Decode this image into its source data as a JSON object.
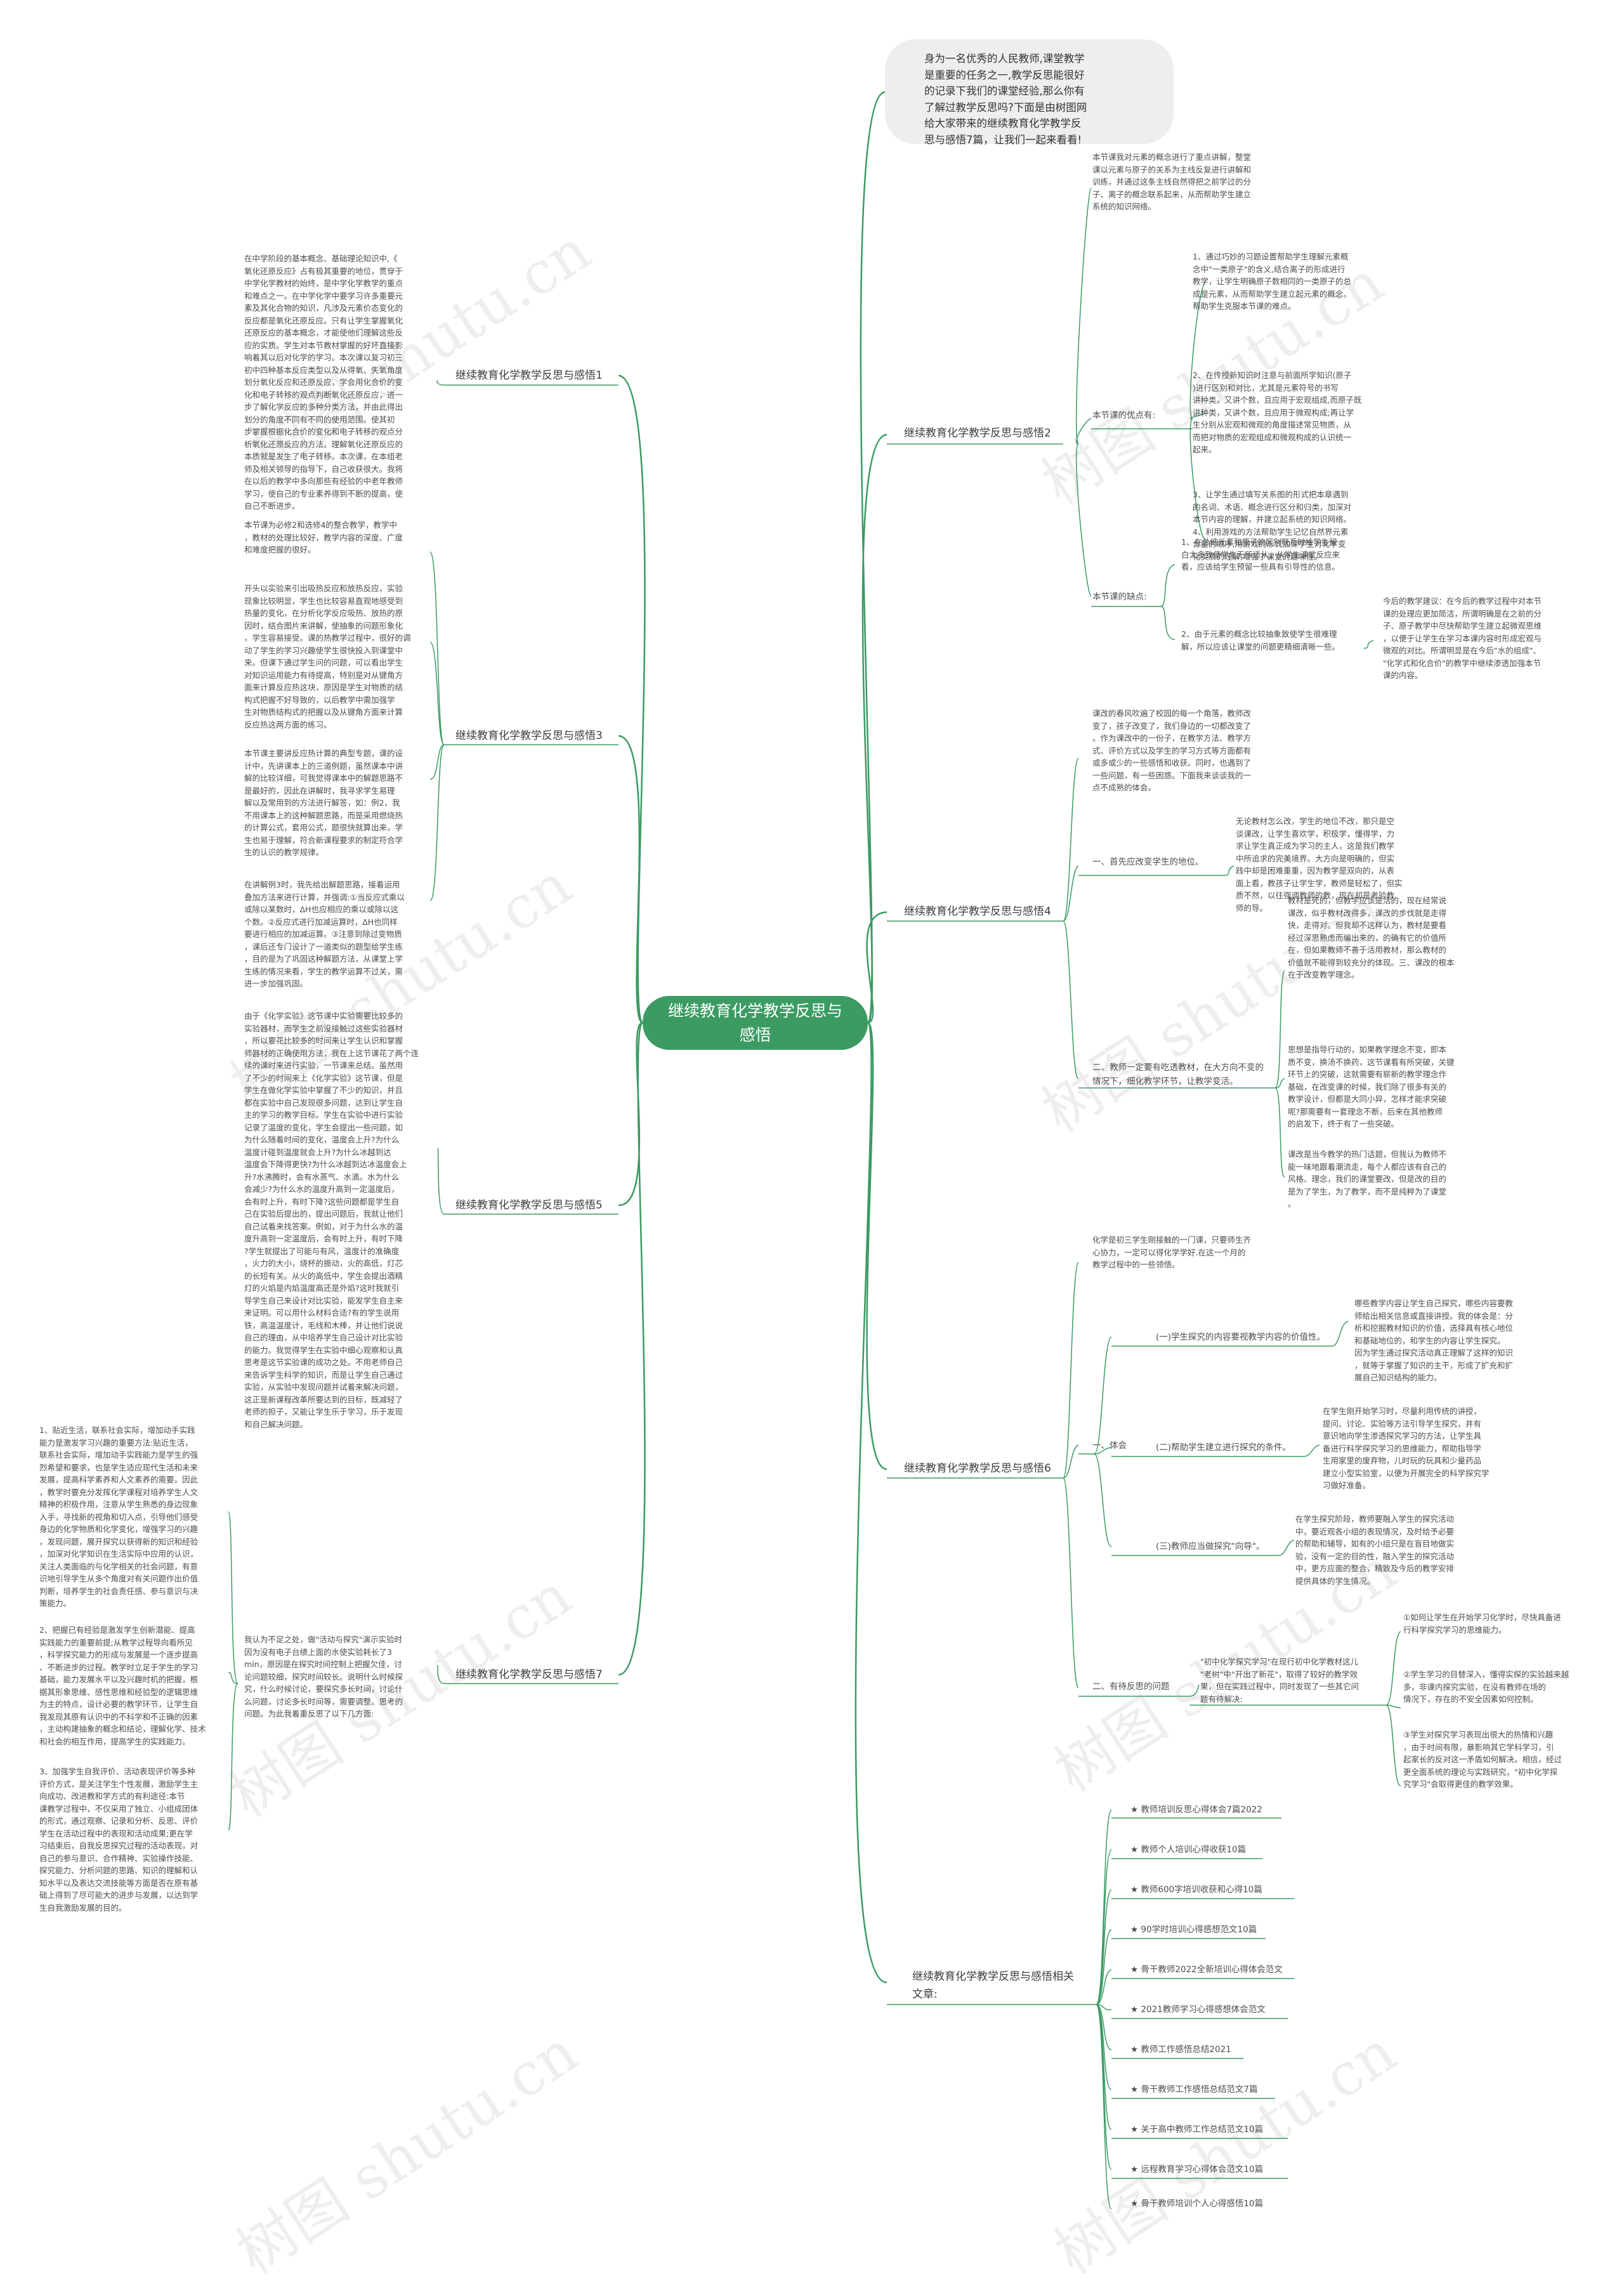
{
  "root": {
    "title": "继续教育化学教学反思与感悟"
  },
  "intro": {
    "text": "身为一名优秀的人民教师,课堂教学\n是重要的任务之一,教学反思能很好\n的记录下我们的课堂经验,那么你有\n了解过教学反思吗?下面是由树图网\n给大家带来的继续教育化学教学反\n思与感悟7篇，让我们一起来看看!"
  },
  "branches": [
    {
      "label": "继续教育化学教学反思与感悟1"
    },
    {
      "label": "继续教育化学教学反思与感悟2"
    },
    {
      "label": "继续教育化学教学反思与感悟3"
    },
    {
      "label": "继续教育化学教学反思与感悟4"
    },
    {
      "label": "继续教育化学教学反思与感悟5"
    },
    {
      "label": "继续教育化学教学反思与感悟6"
    },
    {
      "label": "继续教育化学教学反思与感悟7"
    },
    {
      "label": "继续教育化学教学反思与感悟相关\n文章:"
    }
  ],
  "b1": {
    "text": "在中学阶段的基本概念、基础理论知识中,《\n氧化还原反应》占有极其重要的地位，贯穿于\n中学化学教材的始终，是中学化学教学的重点\n和难点之一。在中学化学中要学习许多重要元\n素及其化合物的知识，凡涉及元素价态变化的\n反应都是氧化还原反应。只有让学生掌握氧化\n还原反应的基本概念，才能使他们理解这些反\n应的实质。学生对本节教材掌握的好坏直接影\n响着其以后对化学的学习。本次课以复习初三\n初中四种基本反应类型以及从得氧、失氧角度\n划分氧化反应和还原反应，学会用化合价的变\n化和电子转移的观点判断氧化还原反应，进一\n步了解化学反应的多种分类方法，并由此得出\n划分的角度不同有不同的使用范围。使其初\n步掌握根据化合价的变化和电子转移的观点分\n析氧化还原反应的方法。理解氧化还原反应的\n本质就是发生了电子转移。本次课，在本组老\n师及相关领导的指导下，自己收获很大。我将\n在以后的教学中多向那些有经验的中老年教师\n学习，使自己的专业素养得到不断的提高，使\n自己不断进步。"
  },
  "b2": {
    "summary": "本节课我对元素的概念进行了重点讲解，整堂\n课以元素与原子的关系为主线反复进行讲解和\n训练，并通过这条主线自然得把之前学过的分\n子、离子的概念联系起来，从而帮助学生建立\n系统的知识网络。",
    "pros_label": "本节课的优点有:",
    "pros": [
      "1、通过巧妙的习题设置帮助学生理解元素概\n念中\"一类原子\"的含义,结合离子的形成进行\n教学，让学生明确原子数相同的一类原子的总\n成是元素，从而帮助学生建立起元素的概念，\n帮助学生克服本节课的难点。",
      "2、在传授新知识时注意与前面所学知识(原子\n)进行区别和对比，尤其是元素符号的书写\n讲种类，又讲个数，且应用于宏观组成,而原子既\n讲种类，又讲个数，且应用于微观构成;再让学\n生分别从宏观和微观的角度描述常见物质，从\n而把对物质的宏观组成和微观构成的认识统一\n起来。",
      "3、让学生通过填写关系图的形式把本章遇到\n的名词、术语、概念进行区分和归类，加深对\n本节内容的理解，并建立起系统的知识网络。\n4、利用游戏的方法帮助学生记忆自然界元素\n含量的顺序,用游戏的形式加深学生对化学变\n化实质的理解,增强了课堂的趣味性。"
    ],
    "cons_label": "本节课的缺点:",
    "cons": [
      "1、在总结元素和原子的区别联系时给学生留\n白太多致使学生无所适从，从学生课堂反应来\n看，应该给学生预留一些具有引导性的信息。",
      "2、由于元素的概念比较抽象致使学生很难理\n解，所以应该让课堂的问题更精细清晰一些。"
    ],
    "advice": "今后的教学建议：在今后的教学过程中对本节\n课的处理应更加简洁，所谓明确是在之前的分\n子、原子教学中尽快帮助学生建立起微观思维\n，以便于让学生在学习本课内容时形成宏观与\n微观的对比。所谓明显是在今后\"水的组成\"、\n\"化学式和化合价\"的教学中继续渗透加强本节\n课的内容。"
  },
  "b3": [
    "本节课为必修2和选修4的整合教学，教学中\n，教材的处理比较好，教学内容的深度、广度\n和难度把握的很好。",
    "开头以实验来引出吸热反应和放热反应，实验\n现象比较明显，学生也比较容易直观地感受到\n热量的变化，在分析化学反应吸热、放热的原\n因时，结合图片来讲解，使抽象的问题形象化\n，学生容易接受。课的热教学过程中，很好的调\n动了学生的学习兴趣使学生很快投入到课堂中\n来。但课下通过学生问的问题，可以看出学生\n对知识运用能力有待提高，特别是对从键角方\n面来计算反应热这块，原因是学生对物质的结\n构式把握不好导致的，以后教学中需加强学\n生对物质结构式的把握以及从键角方面来计算\n反应热这两方面的练习。",
    "本节课主要讲反应热计算的典型专题，课的设\n计中，先讲课本上的三道例题，虽然课本中讲\n解的比较详细，可我觉得课本中的解题思路不\n是最好的，因此在讲解时，我寻求学生易理\n解以及常用到的方法进行解答，如：例2，我\n不用课本上的这种解题思路，而是采用燃烧热\n的计算公式，套用公式，题很快就算出来，学\n生也易于理解，符合新课程要求的制定符合学\n生的认识的教学规律。",
    "在讲解例3时，我先给出解题思路，接着运用\n叠加方法来进行计算，并强调:①当反应式乘以\n或除以某数时，ΔH也应相应的乘以或除以这\n个数。②反应式进行加减运算时，ΔH也同样\n要进行相应的加减运算。③注意到除过变物质\n，课后还专门设计了一道类似的题型给学生练\n，目的是为了巩固这种解题方法，从课堂上学\n生练的情况来看，学生的教学运算不过关，需\n进一步加强巩固。"
  ],
  "b4": {
    "intro": "课改的春风吹遍了校园的每一个角落，教师改\n变了，孩子改变了，我们身边的一切都改变了\n。作为课改中的一份子，在教学方法、教学方\n式、评价方式以及学生的学习方式等方面都有\n或多或少的一些感悟和收获。同时，也遇到了\n一些问题，有一些困惑。下面我来谈谈我的一\n点不成熟的体会。",
    "point1_label": "一、首先应改变学生的地位。",
    "point1": "无论教材怎么改，学生的地位不改，那只是空\n谈课改，让学生喜欢学，积极学，懂得学，力\n求让学生真正成为学习的主人，这是我们教学\n中所追求的完美境界。大方向是明确的，但实\n践中却是困难重重，因为教学是双向的，从表\n面上看，教孩子让学生学，教师是轻松了，但实\n质不然，以往强调教师的教，现在却是考验教\n师的导。",
    "point2_label": "二、教师一定要有吃透教材，在大方向不变的\n情况下，细化教学环节，让教学变活。",
    "point2": [
      "教材是死的，但教学应该是活的，现在经常说\n课改，似乎教材改得多，课改的步伐就是走得\n快，走得对。但我却不这样认为，教材是要看\n经过深思熟虑而编出来的，的确有它的价值所\n在，但如果教师不善于活用教材，那么教材的\n价值就不能得到较充分的体现。三、课改的根本\n在于改变教学理念。",
      "思想是指导行动的，如果教学理念不变，即本\n质不变，换汤不换药，这节课看有所突破，关键\n环节上的突破，这就需要有崭新的教学理念作\n基础，在改变课的时候，我们除了很多有关的\n教学设计，但都是大同小异，怎样才能求突破\n呢?那需要有一套理念不断，后来在其他教师\n的启发下，终于有了一些突破。",
      "课改是当今教学的热门话题，但我认为教师不\n能一味地跟着潮流走，每个人都应该有自己的\n风格、理念，我们的课堂要改，但是改的目的\n是为了学生，为了教学，而不是纯粹为了课堂\n。"
    ]
  },
  "b5": {
    "text": "由于《化学实验》这节课中实验需要比较多的\n实验器材，而学生之前没接触过这些实验器材\n，所以要花比较多的时间来让学生认识和掌握\n师器材的正确使用方法，我在上这节课花了两个连\n续的课时来进行实验，一节课来总结。虽然用\n了不少的时间来上《化学实验》这节课，但是\n学生在做化学实验中掌握了不少的知识，并且\n都在实验中自己发现很多问题，达到让学生自\n主的学习的教学目标。学生在实验中进行实验\n记录了温度的变化，学生会提出一些问题，如\n为什么随着时间的变化，温度会上升?为什么\n温度计碰到温度就会上升?为什么冰越到达\n温度会下降得更快?为什么冰越到达冰温度会上\n升?水沸腾时，会有水蒸气、水滴。水为什么\n会减少?为什么水的温度升高到一定温度后，\n会有时上升，有时下降?这些问题都是学生自\n己在实验后提出的，提出问题后，我就让他们\n自己试着来找答案。例如，对于为什么水的温\n度升高到一定温度后，会有时上升，有时下降\n?学生就提出了可能与有风，温度计的准确度\n，火力的大小，烧杯的振动，火的高低，灯芯\n的长短有关。从火的高低中，学生会提出酒精\n灯的火焰是内焰温度高还是外焰?这时我就引\n导学生自己来设计对比实验，能发学生自主来\n来证明。可以用什么材料合适?有的学生说用\n铁，高温温度计，毛线和木棒，并让他们说说\n自己的理由，从中培养学生自己设计对比实验\n的能力。我觉得学生在实验中细心观察和认真\n思考是这节实验课的成功之处。不用老师自己\n来告诉学生科学的知识，而是让学生自己通过\n实验，从实验中发现问题并试着来解决问题，\n这正是新课程改革所要达到的目标，既减轻了\n老师的担子，又能让学生乐于学习，乐于发现\n和自己解决问题。"
  },
  "b6": {
    "intro": "化学是初三学生刚接触的一门课，只要师生齐\n心协力，一定可以得化学学好.在这一个月的\n教学过程中的一些领悟。",
    "exp_label": "一、体会",
    "exp": [
      {
        "label": "(一)学生探究的内容要视教学内容的价值性。",
        "text": "哪些教学内容让学生自己探究，哪些内容要教\n师给出相关信息或直接讲授。我的体会是：分\n析和挖掘教材知识的价值，选择具有核心地位\n和基础地位的，和学生的内容让学生探究。\n因为学生通过探究活动真正理解了这样的知识\n，就等于掌握了知识的主干，形成了扩充和扩\n展自己知识结构的能力。"
      },
      {
        "label": "(二)帮助学生建立进行探究的条件。",
        "text": "在学生刚开始学习时，尽量利用传统的讲授，\n提问、讨论、实验等方法引导学生探究，并有\n意识地向学生渗透探究学习的方法，让学生具\n备进行科学探究学习的思维能力，帮助指导学\n生用家里的废弃物，儿时玩的玩具和少量药品\n建立小型实验室，以便为开展完全的科学探究学\n习做好准备。"
      },
      {
        "label": "(三)教师应当做探究\"向导\"。",
        "text": "在学生探究阶段，教师要融入学生的探究活动\n中，要近观各小组的表现情况，及时给予必要\n的帮助和辅导，如有的小组只是在盲目地做实\n验，没有一定的目的性，融入学生的探究活动\n中，更方应面的整合，精致及今后的教学安排\n提供具体的学生情况。"
      }
    ],
    "issue_label": "二、有待反思的问题",
    "issue": "\"初中化学探究学习\"在现行初中化学教材这儿\n\"老树\"中\"开出了新花\"，取得了较好的教学效\n果，但在实践过程中，同时发现了一些其它问\n题有待解决:",
    "issues": [
      "①如何让学生在开始学习化学时，尽快具备进\n行科学探究学习的思维能力。",
      "②学生学习的目替深入，懂得实探的实验越来越\n多，非课内探究实验，在没有教师在场的\n情况下，存在的不安全因素如何控制。",
      "③学生对探究学习表现出很大的热情和兴趣\n，由于时间有限，暴影响其它学科学习，引\n起家长的反对这一矛盾如何解决。相信，经过\n更全面系统的理论与实践研究，\"初中化学探\n究学习\"会取得更佳的教学效果。"
    ]
  },
  "b7": {
    "text": "我认为不足之处，做\"活动与探究\"演示实验时\n因为没有电子台绩上面的水使实验耗长了3\nmin，原因是在探究时间控制上把握欠佳，讨\n论问题较细，探究时间较长。说明什么时候探\n究，什么时候讨论，要探究多长时间，讨论什\n么问题，讨论多长时间等，需要调整。思考的\n问题。为此我着重反思了以下几方面:",
    "points": [
      "1、贴近生活，联系社会实际，增加动手实践\n能力是激发学习兴趣的重要方法:贴近生活，\n联系社会实际，增加动手实践能力是学生的强\n烈希望和要求，也是学生适应现代生活和未来\n发展，提高科学素养和人文素养的需要。因此\n，教学时要充分发挥化学课程对培养学生人文\n精神的积极作用，注意从学生熟悉的身边现象\n入手，寻找新的视角和切入点，引导他们感受\n身边的化学物质和化学变化，增强学习的兴趣\n，发现问题，展开探究以获得新的知识和经验\n，加深对化学知识在生活实际中应用的认识，\n关注人类面临的与化学相关的社会问题，有意\n识地引导学生从多个角度对有关问题作出价值\n判断，培养学生的社会责任感、参与意识与决\n策能力。",
      "2、把握已有经验是激发学生创新潜能、提高\n实践能力的重要前提;从教学过程导向看所见\n，科学探究能力的形成与发展是一个逐步提高\n、不断进步的过程。教学时立足于学生的学习\n基础，能力发展水平以及兴趣时机的把握，根\n据其形象思维、感性思维和经验型的逻辑思维\n为主的特点，设计必要的教学环节，让学生自\n我发现其原有认识中的不科学和不正确的因素\n，主动构建抽象的概念和结论，理解化学、技术\n和社会的相互作用，提高学生的实践能力。",
      "3、加强学生自我评价、活动表现评价等多种\n评价方式，是关注学生个性发展，激励学生主\n向成功、改进教和学方式的有利途径:本节\n课教学过程中，不仅采用了独立、小组成团体\n的形式，通过观察、记录和分析、反思、评价\n学生在活动过程中的表现和活动成果;更在学\n习结束后，自我反思探究过程的活动表现，对\n自己的参与意识、合作精神、实验操作技能、\n探究能力、分析问题的思路、知识的理解和认\n知水平以及表达交流技能等方面是否在原有基\n础上得到了尽可能大的进步与发展，以达到学\n生自我激励发展的目的。"
    ]
  },
  "related": [
    "★ 教师培训反思心得体会7篇2022",
    "★ 教师个人培训心得收获10篇",
    "★ 教师600字培训收获和心得10篇",
    "★ 90学时培训心得感想范文10篇",
    "★ 骨干教师2022全新培训心得体会范文",
    "★ 2021教师学习心得感想体会范文",
    "★ 教师工作感悟总结2021",
    "★ 骨干教师工作感悟总结范文7篇",
    "★ 关于高中教师工作总结范文10篇",
    "★ 远程教育学习心得体会范文10篇",
    "★ 骨干教师培训个人心得感悟10篇"
  ],
  "watermark": {
    "text": "树图 shutu.cn"
  },
  "colors": {
    "accent": "#3b9b63",
    "line": "#3b9b63",
    "intro_bg": "#eeeeee"
  }
}
